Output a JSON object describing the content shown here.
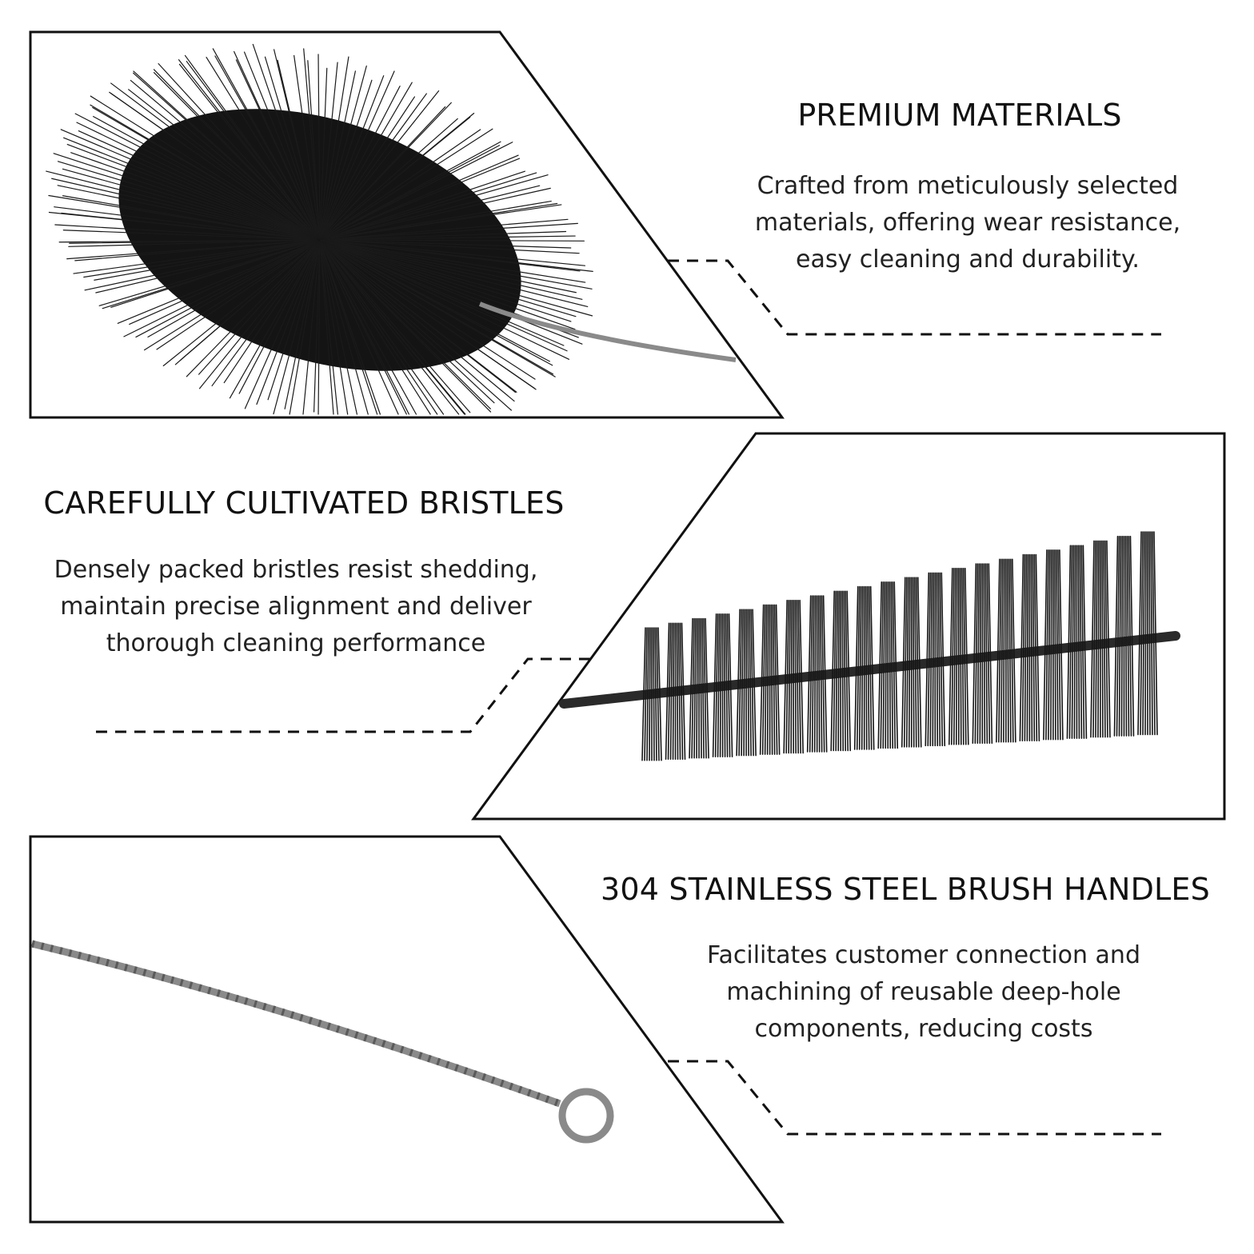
{
  "sections": [
    {
      "title": "PREMIUM MATERIALS",
      "lines": [
        "Crafted from meticulously selected",
        "materials, offering wear resistance,",
        "easy cleaning and durability."
      ],
      "image_icon": "bristle-brush-head-icon"
    },
    {
      "title": "CAREFULLY CULTIVATED BRISTLES",
      "lines": [
        "Densely packed bristles resist shedding,",
        "maintain precise alignment and deliver",
        "thorough cleaning performance"
      ],
      "image_icon": "twisted-wire-brush-icon"
    },
    {
      "title": "304 STAINLESS STEEL BRUSH HANDLES",
      "lines": [
        "Facilitates customer connection and",
        "machining of reusable deep-hole",
        "components, reducing costs"
      ],
      "image_icon": "wire-handle-loop-icon"
    }
  ],
  "colors": {
    "background": "#ffffff",
    "outline": "#111111",
    "bristle": "#141414",
    "wire": "#8a8a8a"
  }
}
